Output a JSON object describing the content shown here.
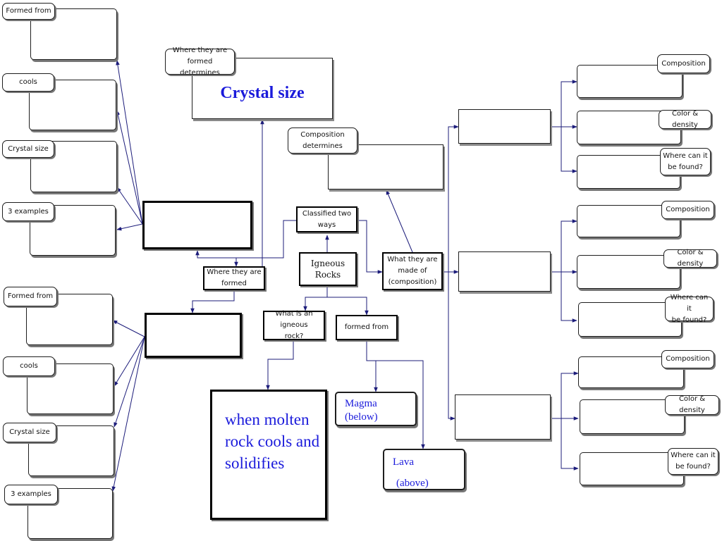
{
  "labels": {
    "formed_from": "Formed from",
    "cools": "cools",
    "crystal_size": "Crystal size",
    "three_examples": "3 examples",
    "where_formed_determines": "Where they are\nformed determines",
    "crystal_size_answer": "Crystal size",
    "composition_determines": "Composition\ndeterminess",
    "classified_two_ways": "Classified two\nways",
    "igneous_rocks": "Igneous\nRocks",
    "where_formed": "Where they are\nformed",
    "what_made_of": "What they are\nmade of\n(composition)",
    "what_is_igneous": "What is an igneous\nrock?",
    "formed_from_lower": "formed from",
    "definition": "when molten rock cools and solidifies",
    "magma": "Magma\n(below)",
    "lava": "Lava",
    "lava_sub": "(above)",
    "composition": "Composition",
    "color_density": "Color & density",
    "where_found": "Where can it\nbe found?"
  },
  "colors": {
    "connector": "#1c1c7a",
    "answer_text": "#1a1adb"
  }
}
